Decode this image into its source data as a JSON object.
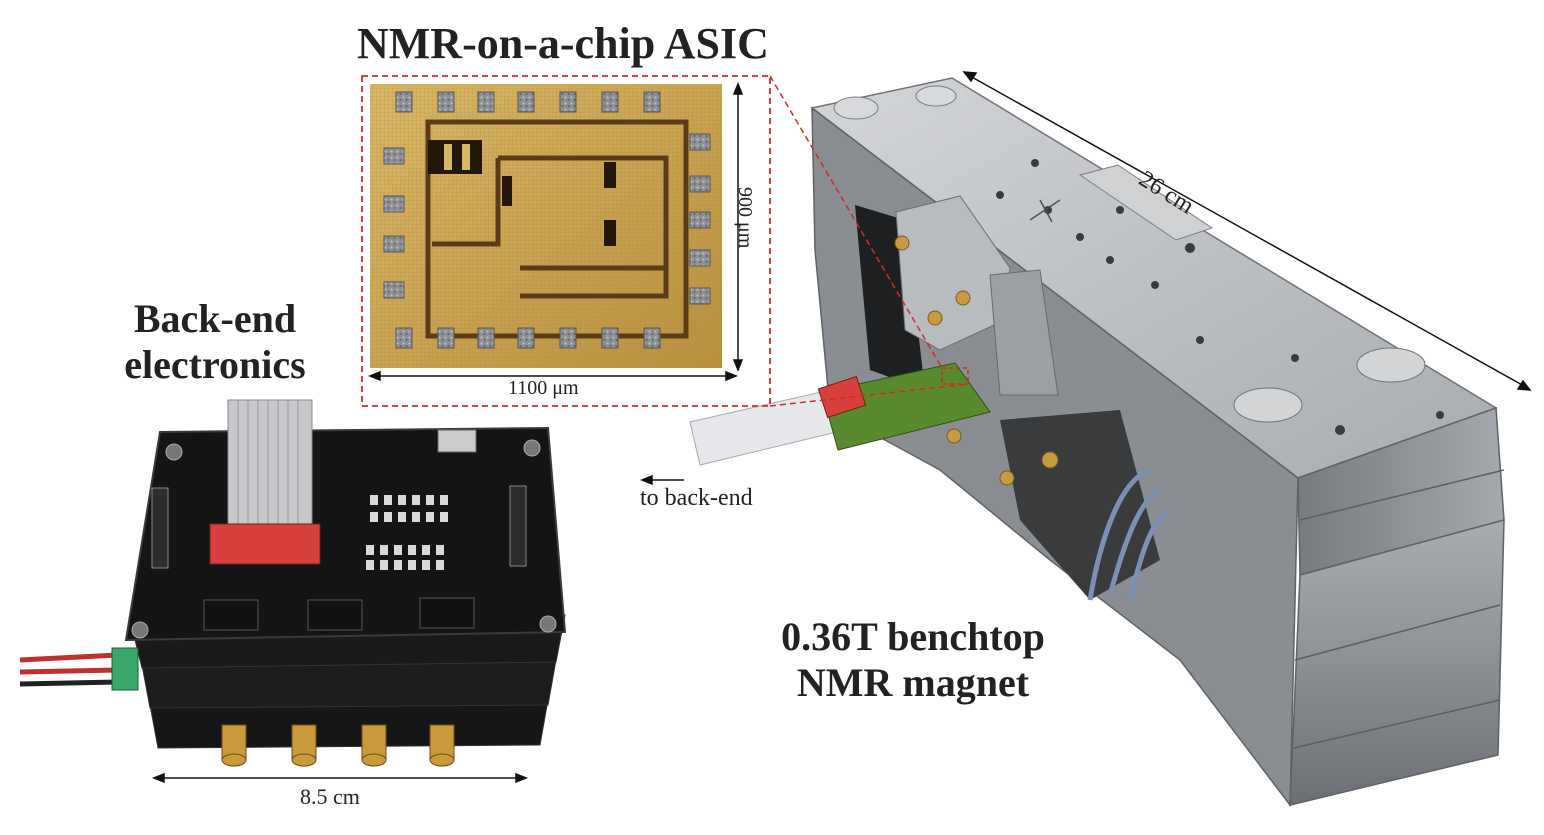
{
  "figure": {
    "asic_title": "NMR-on-a-chip ASIC",
    "backend_title_line1": "Back-end",
    "backend_title_line2": "electronics",
    "magnet_title_line1": "0.36T benchtop",
    "magnet_title_line2": "NMR magnet",
    "dim_chip_width": "1100 μm",
    "dim_chip_height": "900 μm",
    "dim_magnet_length": "26 cm",
    "dim_board_width": "8.5 cm",
    "arrow_label": "to back-end"
  },
  "colors": {
    "chip_gold": "#c9a452",
    "chip_dark": "#4a3316",
    "pad_gray": "#8c8f93",
    "zoom_box_red": "#d42a2a",
    "steel_light": "#c4c6c8",
    "steel_mid": "#9ea1a5",
    "steel_dark": "#6d7075",
    "pcb_black": "#141414",
    "pcb_green": "#5a8a2e",
    "connector_red": "#d8403d",
    "sma_gold": "#c99a3a"
  }
}
